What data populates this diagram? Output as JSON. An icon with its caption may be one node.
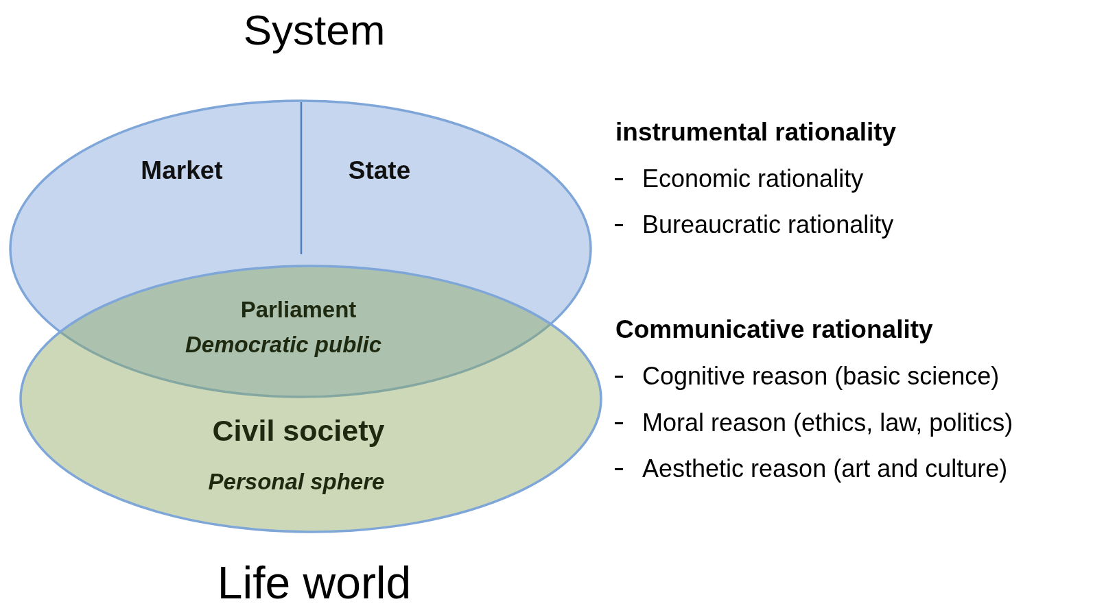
{
  "diagram": {
    "nodes": [
      {
        "text": [
          "System",
          "Market",
          "State"
        ]
      },
      {
        "text": [
          "Parliament",
          "Democratic public",
          "Civil society",
          "Personal sphere",
          "Life world"
        ]
      }
    ],
    "labels": [
      "instrumental rationality",
      "Economic rationality",
      "Bureaucratic rationality",
      "Communicative rationality",
      "Cognitive reason (basic science)",
      "Moral reason (ethics, law, politics)",
      "Aesthetic reason (art and culture)"
    ]
  }
}
